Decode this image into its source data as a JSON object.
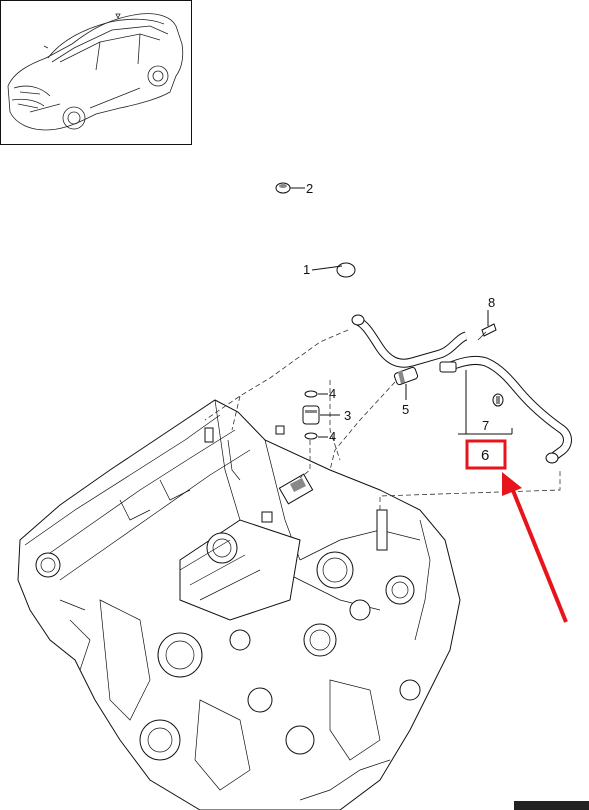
{
  "callouts": [
    {
      "label": "2"
    },
    {
      "label": "1"
    },
    {
      "label": "8"
    },
    {
      "label": "4"
    },
    {
      "label": "3"
    },
    {
      "label": "4"
    },
    {
      "label": "5"
    },
    {
      "label": "7"
    }
  ],
  "highlight": {
    "label": "6",
    "color": "#e8141c"
  },
  "arrow_color": "#e8141c",
  "icons": {
    "thumbnail": "car-icon",
    "engine": "engine-icon"
  }
}
